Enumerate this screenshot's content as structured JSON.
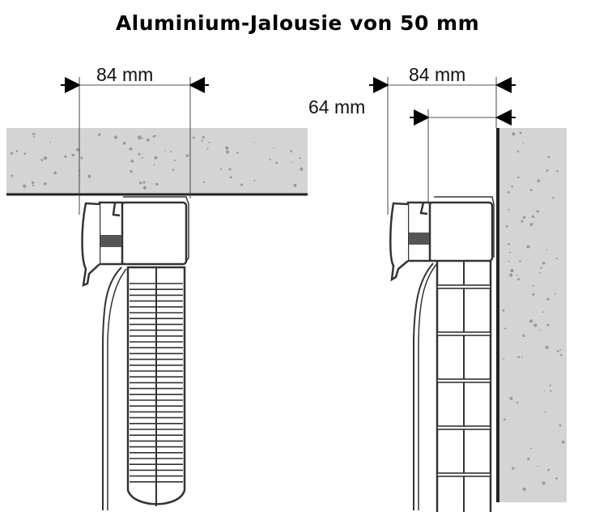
{
  "title": "Aluminium-Jalousie von 50 mm",
  "ceiling_mount": {
    "width_label": "84 mm"
  },
  "wall_mount": {
    "width_label": "84 mm",
    "inner_width_label": "64 mm"
  },
  "colors": {
    "concrete": "#d4d4d4",
    "line": "#222222",
    "bracket_fill": "#555555"
  }
}
